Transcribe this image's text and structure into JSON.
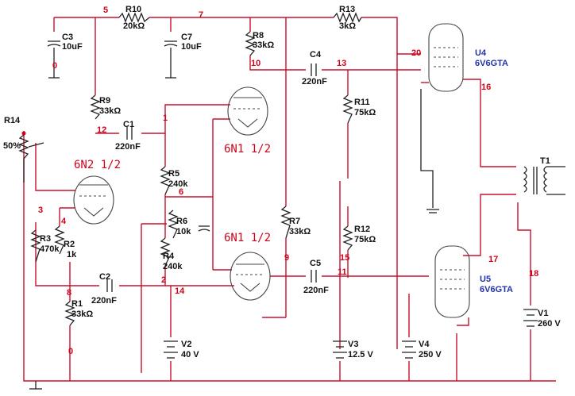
{
  "components": {
    "r10": {
      "ref": "R10",
      "value": "20kΩ"
    },
    "r13": {
      "ref": "R13",
      "value": "3kΩ"
    },
    "r8": {
      "ref": "R8",
      "value": "33kΩ"
    },
    "r9": {
      "ref": "R9",
      "value": "33kΩ"
    },
    "r11": {
      "ref": "R11",
      "value": "75kΩ"
    },
    "r12": {
      "ref": "R12",
      "value": "75kΩ"
    },
    "r5": {
      "ref": "R5",
      "value": "240k"
    },
    "r4": {
      "ref": "R4",
      "value": "240k"
    },
    "r6": {
      "ref": "R6",
      "value": "10k"
    },
    "r7": {
      "ref": "R7",
      "value": "33kΩ"
    },
    "r3": {
      "ref": "R3",
      "value": "470k"
    },
    "r2": {
      "ref": "R2",
      "value": "1k"
    },
    "r1": {
      "ref": "R1",
      "value": "33kΩ"
    },
    "r14": {
      "ref": "R14",
      "value": "50%"
    },
    "c3": {
      "ref": "C3",
      "value": "10uF"
    },
    "c7": {
      "ref": "C7",
      "value": "10uF"
    },
    "c1": {
      "ref": "C1",
      "value": "220nF"
    },
    "c2": {
      "ref": "C2",
      "value": "220nF"
    },
    "c4": {
      "ref": "C4",
      "value": "220nF"
    },
    "c5": {
      "ref": "C5",
      "value": "220nF"
    },
    "v1": {
      "ref": "V1",
      "value": "260 V"
    },
    "v2": {
      "ref": "V2",
      "value": "40 V"
    },
    "v3": {
      "ref": "V3",
      "value": "12.5 V"
    },
    "v4": {
      "ref": "V4",
      "value": "250 V"
    },
    "t1": {
      "ref": "T1"
    },
    "u4": {
      "ref": "U4",
      "type": "6V6GTA"
    },
    "u5": {
      "ref": "U5",
      "type": "6V6GTA"
    }
  },
  "tubes": {
    "driver": "6N2 1/2",
    "top": "6N1 1/2",
    "bottom": "6N1 1/2"
  },
  "nets": [
    "5",
    "7",
    "0",
    "12",
    "1",
    "3",
    "4",
    "8",
    "0",
    "10",
    "6",
    "2",
    "14",
    "9",
    "13",
    "20",
    "16",
    "11",
    "15",
    "17",
    "18"
  ]
}
